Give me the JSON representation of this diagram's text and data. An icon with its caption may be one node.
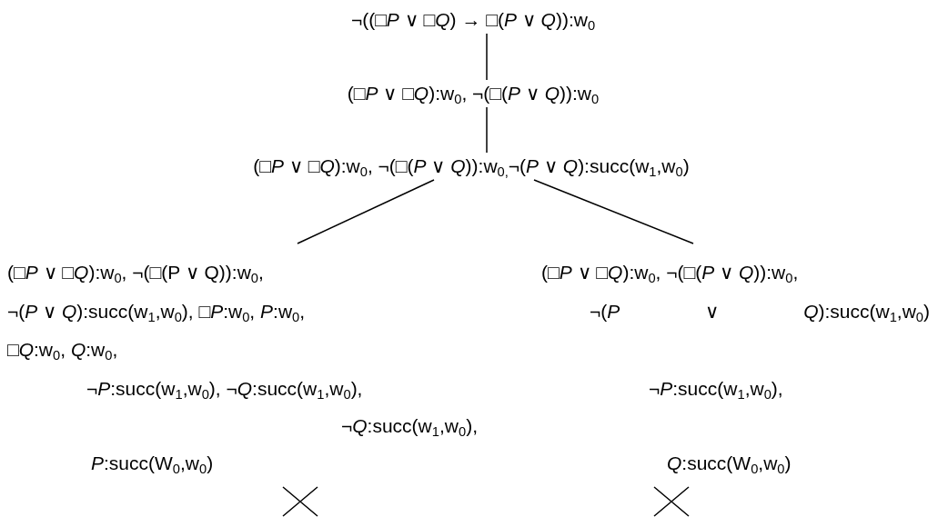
{
  "diagram": {
    "nodes": [
      {
        "text": [
          "¬((□*P* ∨ □*Q*) → □(*P* ∨ *Q*)):w$_{0}$"
        ]
      },
      {
        "text": [
          "(□*P* ∨ □*Q*):w$_{0}$, ¬(□(*P* ∨ *Q*)):w$_{0}$"
        ]
      },
      {
        "text": [
          "(□*P* ∨ □*Q*):w$_{0}$, ¬(□(*P* ∨ *Q*)):w$_{0,}$¬(*P* ∨ *Q*):succ(w$_{1}$,w$_{0}$)"
        ]
      },
      {
        "text": [
          "(□*P* ∨ □*Q*):w$_{0}$, ¬(□(P ∨ Q)):w$_{0}$,",
          "¬(*P* ∨ *Q*):succ(w$_{1}$,w$_{0}$), □*P*:w$_{0}$, *P*:w$_{0}$,",
          "□*Q*:w$_{0}$, *Q*:w$_{0}$,",
          "¬*P*:succ(w$_{1}$,w$_{0}$), ¬*Q*:succ(w$_{1}$,w$_{0}$),",
          "¬*Q*:succ(w$_{1}$,w$_{0}$),",
          "*P*:succ(W$_{0}$,w$_{0}$)"
        ]
      },
      {
        "text": [
          "(□*P* ∨ □*Q*):w$_{0}$, ¬(□(*P* ∨ *Q*)):w$_{0}$,",
          "¬(*P* ∨ *Q*):succ(w$_{1}$,w$_{0}$)",
          "¬*P*:succ(w$_{1}$,w$_{0}$),",
          "*Q*:succ(W$_{0}$,w$_{0}$)"
        ]
      }
    ],
    "edges": [
      {
        "from": 0,
        "to": 1,
        "arrow": "none"
      },
      {
        "from": 1,
        "to": 2,
        "arrow": "none"
      },
      {
        "from": 2,
        "to": 3,
        "arrow": "none"
      },
      {
        "from": 2,
        "to": 4,
        "arrow": "none"
      }
    ]
  }
}
